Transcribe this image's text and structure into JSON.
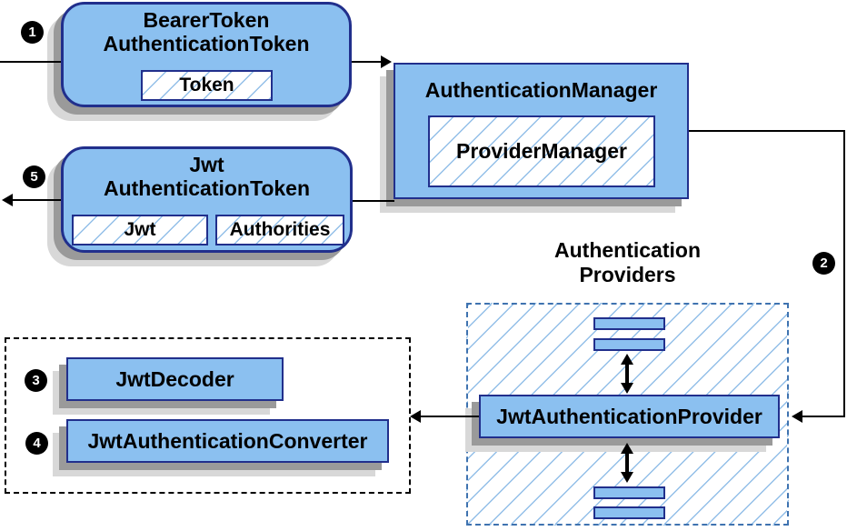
{
  "colors": {
    "node-fill": "#8bc0f0",
    "node-border": "#212f8c",
    "hatch-line": "#93bfe8",
    "shadow-dark": "#9a9a9a",
    "shadow-light": "#d8d8d8",
    "providers-dash": "#3f73b0",
    "group-dash": "#000000",
    "line": "#000000",
    "badge-bg": "#000000",
    "badge-text": "#ffffff",
    "text": "#000000"
  },
  "steps": {
    "step1": "1",
    "step2": "2",
    "step3": "3",
    "step4": "4",
    "step5": "5"
  },
  "nodes": {
    "bearer_token": {
      "title_line1": "BearerToken",
      "title_line2": "AuthenticationToken",
      "field": "Token"
    },
    "authentication_manager": {
      "title": "AuthenticationManager",
      "impl": "ProviderManager"
    },
    "jwt_authentication_token": {
      "title_line1": "Jwt",
      "title_line2": "AuthenticationToken",
      "field1": "Jwt",
      "field2": "Authorities"
    },
    "authentication_providers": {
      "heading_line1": "Authentication",
      "heading_line2": "Providers",
      "provider": "JwtAuthenticationProvider"
    },
    "decoder_group": {
      "decoder": "JwtDecoder",
      "converter": "JwtAuthenticationConverter"
    }
  }
}
